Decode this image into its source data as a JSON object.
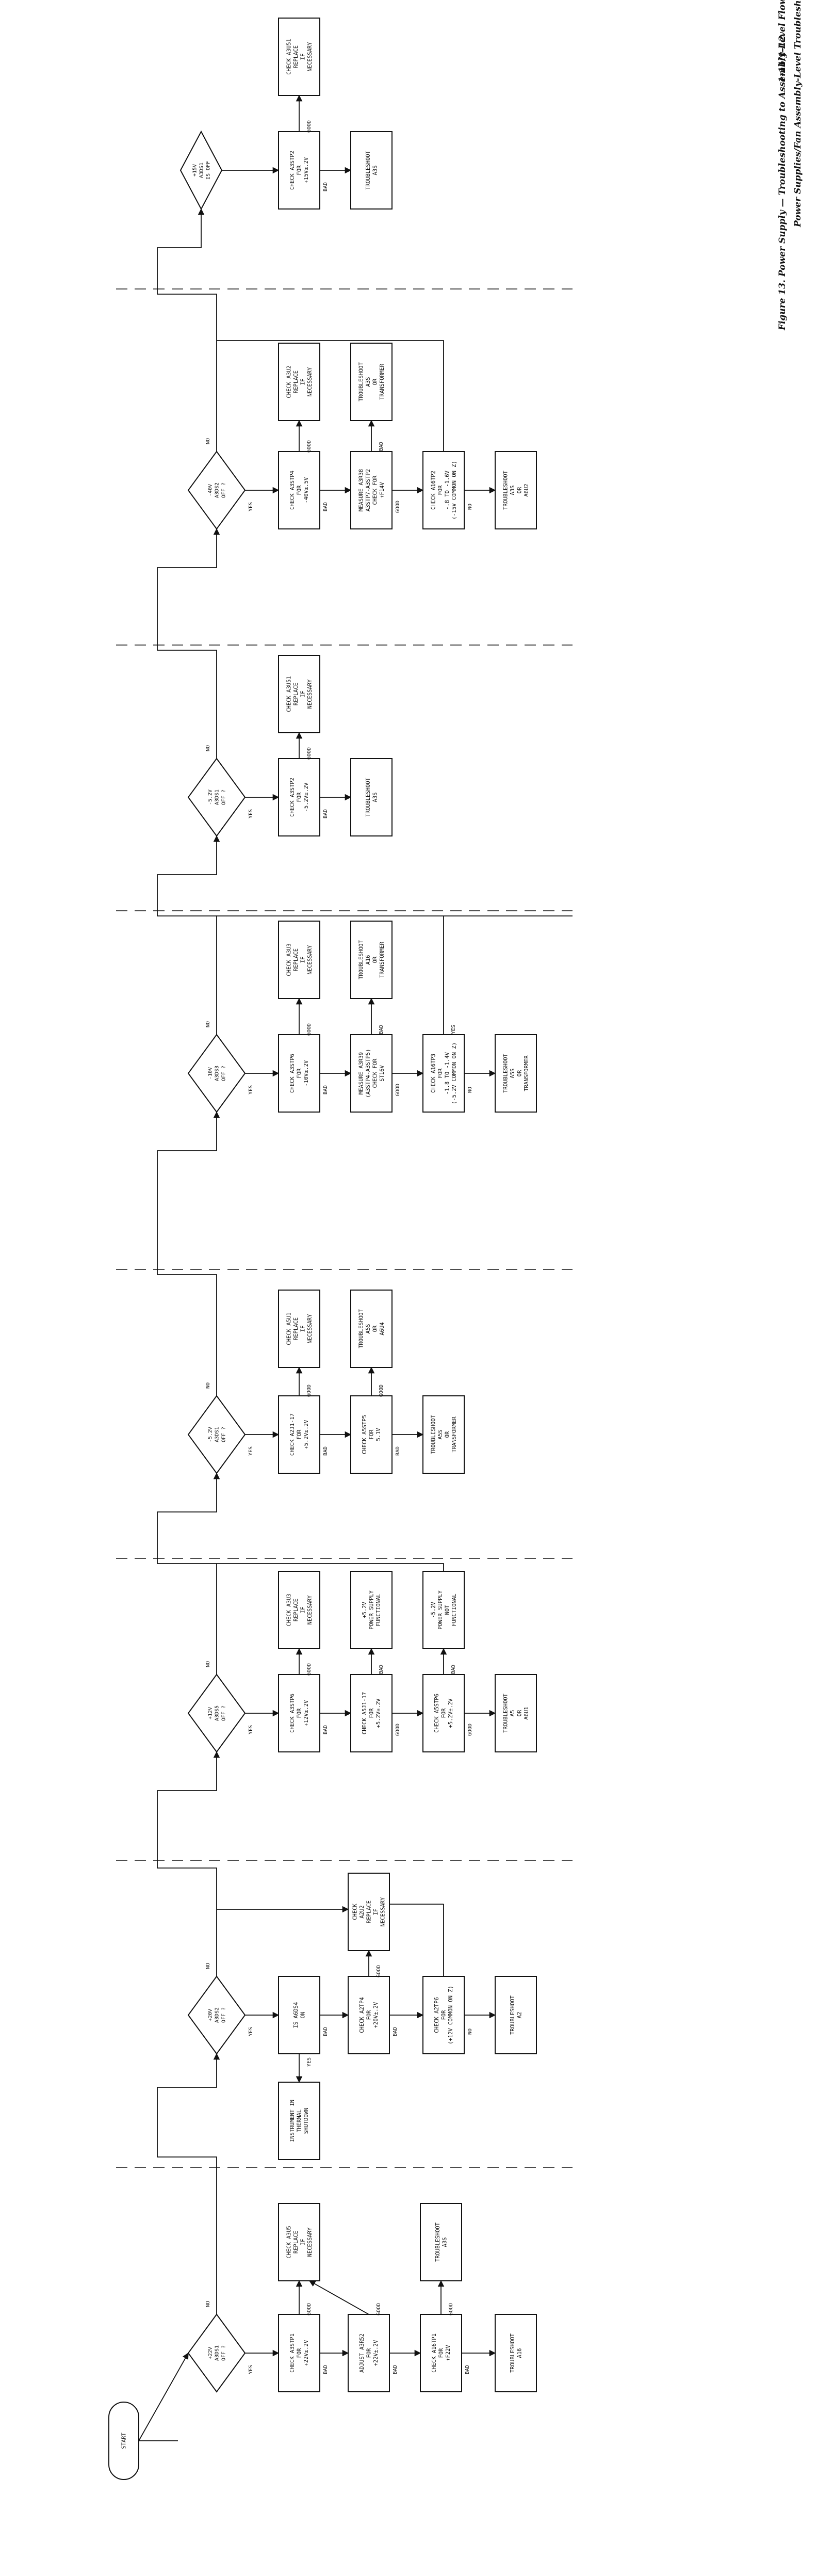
{
  "header": {
    "figure_caption": "Figure 13.  Power Supply — Troubleshooting to Assembly-Level Flow Chart",
    "page_number": "1-11/1-12",
    "section_title": "Power Supplies/Fan Assembly-Level Troubleshooting"
  },
  "colors": {
    "ink": "#111111",
    "paper": "#ffffff"
  },
  "nodes": [
    {
      "id": "start",
      "text": [
        "START"
      ]
    },
    {
      "id": "d1",
      "text": [
        "+22V",
        "A3DS1",
        "OFF ?"
      ]
    },
    {
      "id": "c1a",
      "text": [
        "CHECK A3STP1",
        "FOR",
        "+22V±.2V"
      ]
    },
    {
      "id": "c1b",
      "text": [
        "CHECK A3U5",
        "REPLACE",
        "IF",
        "NECESSARY"
      ]
    },
    {
      "id": "c1c",
      "text": [
        "ADJUST A3R52",
        "FOR",
        "+22V±.2V"
      ]
    },
    {
      "id": "c1d",
      "text": [
        "CHECK A16TP1",
        "FOR",
        "+F22V"
      ]
    },
    {
      "id": "c1e",
      "text": [
        "TROUBLESHOOT",
        "A3S"
      ]
    },
    {
      "id": "c1f",
      "text": [
        "TROUBLESHOOT",
        "A16"
      ]
    },
    {
      "id": "d2",
      "text": [
        "+20V",
        "A3DS2",
        "OFF ?"
      ]
    },
    {
      "id": "c2a",
      "text": [
        "IS A6DS4",
        "ON"
      ]
    },
    {
      "id": "c2b",
      "text": [
        "INSTRUMENT IN",
        "THERMAL",
        "SHUTDOWN"
      ]
    },
    {
      "id": "c2c",
      "text": [
        "CHECK A2TP4",
        "FOR",
        "+20V±.2V"
      ]
    },
    {
      "id": "c2d",
      "text": [
        "CHECK",
        "A2U2",
        "REPLACE",
        "IF",
        "NECESSARY"
      ]
    },
    {
      "id": "c2e",
      "text": [
        "CHECK A2TP6",
        "FOR",
        "(+12V COMMON ON Z)"
      ]
    },
    {
      "id": "c2f",
      "text": [
        "TROUBLESHOOT",
        "A2"
      ]
    },
    {
      "id": "d3",
      "text": [
        "+12V",
        "A3DS5",
        "OFF ?"
      ]
    },
    {
      "id": "c3a",
      "text": [
        "CHECK A3STP6",
        "FOR",
        "+12V±.2V"
      ]
    },
    {
      "id": "c3b",
      "text": [
        "CHECK A3U3",
        "REPLACE",
        "IF",
        "NECESSARY"
      ]
    },
    {
      "id": "c3c",
      "text": [
        "CHECK A5J1-17",
        "FOR",
        "+5.2V±.2V"
      ]
    },
    {
      "id": "c3d",
      "text": [
        "+5.2V",
        "POWER SUPPLY",
        "FUNCTIONAL"
      ]
    },
    {
      "id": "c3e",
      "text": [
        "CHECK A5STP6",
        "FOR",
        "+5.2V±.2V"
      ]
    },
    {
      "id": "c3f",
      "text": [
        "-5.2V",
        "POWER SUPPLY",
        "NOT",
        "FUNCTIONAL"
      ]
    },
    {
      "id": "c3g",
      "text": [
        "TROUBLESHOOT",
        "A5",
        "OR",
        "A6U1"
      ]
    },
    {
      "id": "d4",
      "text": [
        "-5.2V",
        "A3DS1",
        "OFF ?"
      ]
    },
    {
      "id": "c4a",
      "text": [
        "CHECK A2J1-17",
        "FOR",
        "+5.2V±.2V"
      ]
    },
    {
      "id": "c4b",
      "text": [
        "CHECK A5U1",
        "REPLACE",
        "IF",
        "NECESSARY"
      ]
    },
    {
      "id": "c4c",
      "text": [
        "CHECK A5STP5",
        "FOR",
        "5.1V"
      ]
    },
    {
      "id": "c4d",
      "text": [
        "TROUBLESHOOT",
        "A5S",
        "OR",
        "A6U4"
      ]
    },
    {
      "id": "c4e",
      "text": [
        "TROUBLESHOOT",
        "A5S",
        "OR",
        "TRANSFORMER"
      ]
    },
    {
      "id": "d5",
      "text": [
        "-10V",
        "A3DS3",
        "OFF ?"
      ]
    },
    {
      "id": "c5a",
      "text": [
        "CHECK A3STP6",
        "FOR",
        "-10V±.2V"
      ]
    },
    {
      "id": "c5b",
      "text": [
        "CHECK A3U3",
        "REPLACE",
        "IF",
        "NECESSARY"
      ]
    },
    {
      "id": "c5c",
      "text": [
        "MEASURE A3R39",
        "(A3STP4-A3STP5)",
        "CHECK FOR",
        "ST16V"
      ]
    },
    {
      "id": "c5d",
      "text": [
        "TROUBLESHOOT",
        "A16",
        "OR",
        "TRANSFORMER"
      ]
    },
    {
      "id": "c5e",
      "text": [
        "CHECK A16TP3",
        "FOR",
        "-1.8 TO -1.4V",
        "(-5.2V COMMON ON Z)"
      ]
    },
    {
      "id": "c5f",
      "text": [
        "TROUBLESHOOT",
        "A5S",
        "OR",
        "TRANSFORMER"
      ]
    },
    {
      "id": "d6",
      "text": [
        "-5.2V",
        "A3DS1",
        "OFF ?"
      ]
    },
    {
      "id": "c6a",
      "text": [
        "CHECK A3STP2",
        "FOR",
        "-5.2V±.2V"
      ]
    },
    {
      "id": "c6b",
      "text": [
        "CHECK A3U51",
        "REPLACE",
        "IF",
        "NECESSARY"
      ]
    },
    {
      "id": "c6c",
      "text": [
        "TROUBLESHOOT",
        "A3S"
      ]
    },
    {
      "id": "d7",
      "text": [
        "-40V",
        "A3DS2",
        "OFF ?"
      ]
    },
    {
      "id": "c7a",
      "text": [
        "CHECK A3STP4",
        "FOR",
        "-40V±.5V"
      ]
    },
    {
      "id": "c7b",
      "text": [
        "CHECK A3U2",
        "REPLACE",
        "IF",
        "NECESSARY"
      ]
    },
    {
      "id": "c7c",
      "text": [
        "MEASURE A3R38",
        "A3STP7-A3STP2",
        "CHECK FOR",
        "+F14V"
      ]
    },
    {
      "id": "c7d",
      "text": [
        "TROUBLESHOOT",
        "A3S",
        "OR",
        "TRANSFORMER"
      ]
    },
    {
      "id": "c7e",
      "text": [
        "CHECK A16TP2",
        "FOR",
        "-.8 TO -1.6V",
        "(-15V COMMON ON Z)"
      ]
    },
    {
      "id": "c7f",
      "text": [
        "TROUBLESHOOT",
        "A3S",
        "OR",
        "A6U2"
      ]
    },
    {
      "id": "d8",
      "text": [
        "+15V",
        "A3DS1",
        "IS OFF"
      ]
    },
    {
      "id": "c8a",
      "text": [
        "CHECK A3STP2",
        "FOR",
        "+15V±.2V"
      ]
    },
    {
      "id": "c8b",
      "text": [
        "CHECK A3U51",
        "REPLACE",
        "IF",
        "NECESSARY"
      ]
    },
    {
      "id": "c8c",
      "text": [
        "TROUBLESHOOT",
        "A3S"
      ]
    }
  ],
  "edge_labels": {
    "no": "NO",
    "yes": "YES",
    "good": "GOOD",
    "bad": "BAD"
  }
}
